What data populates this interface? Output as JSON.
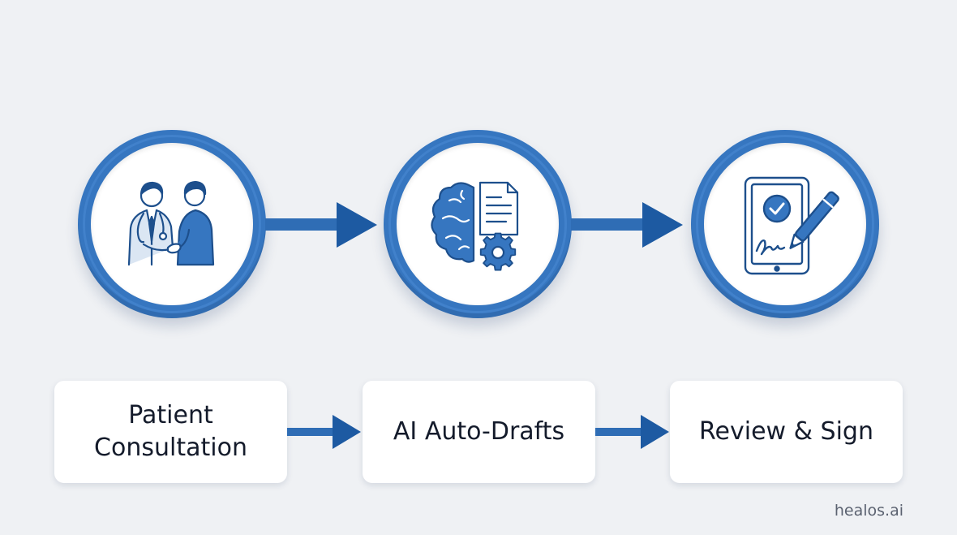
{
  "steps": [
    {
      "label": "Patient Consultation",
      "icon": "doctor-patient-handshake-icon"
    },
    {
      "label": "AI Auto-Drafts",
      "icon": "brain-document-gear-icon"
    },
    {
      "label": "Review & Sign",
      "icon": "tablet-signature-icon"
    }
  ],
  "brand": "healos.ai",
  "colors": {
    "primary": "#2f6db5",
    "dark_blue": "#1d4f8c",
    "ring": "#3676c0",
    "background": "#eff1f4",
    "card": "#ffffff",
    "text": "#141b2b"
  }
}
